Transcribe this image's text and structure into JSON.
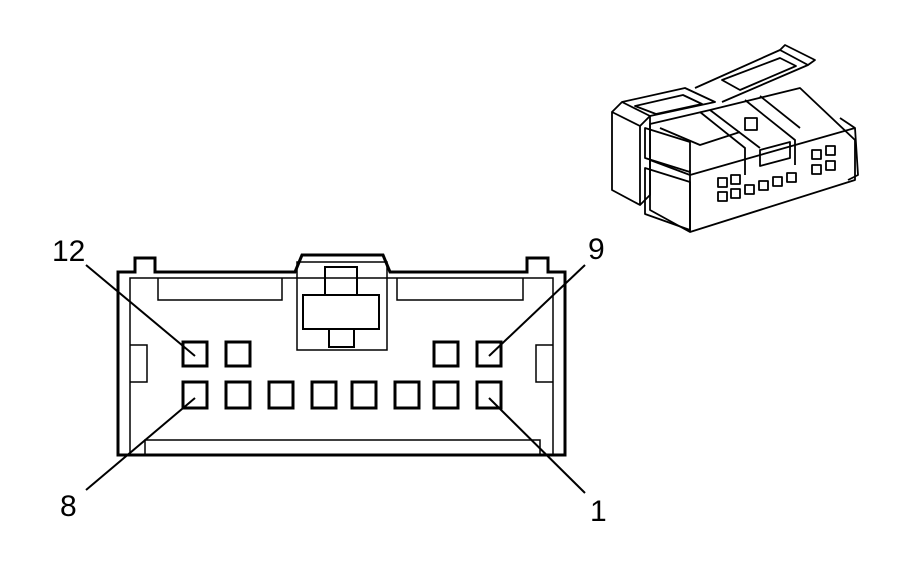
{
  "pin_labels": {
    "top_left": "12",
    "top_right": "9",
    "bottom_left": "8",
    "bottom_right": "1"
  },
  "layout": {
    "upper_row_pins": 4,
    "lower_row_pins": 8
  },
  "colors": {
    "stroke": "#000000",
    "background": "#ffffff"
  }
}
